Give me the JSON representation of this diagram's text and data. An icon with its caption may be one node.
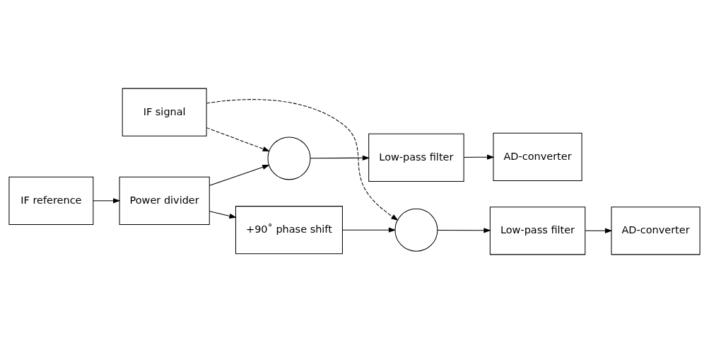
{
  "diagram": {
    "nodes": [
      {
        "text": [
          "IF signal"
        ]
      },
      {
        "text": [
          "IF reference"
        ]
      },
      {
        "text": [
          "Power divider"
        ]
      },
      {
        "text": [],
        "shape": "circle"
      },
      {
        "text": [
          "Low-pass filter"
        ]
      },
      {
        "text": [
          "AD-converter"
        ]
      },
      {
        "text": [
          "+90˚ phase shift"
        ]
      },
      {
        "text": [],
        "shape": "circle"
      },
      {
        "text": [
          "Low-pass filter"
        ]
      },
      {
        "text": [
          "AD-converter"
        ]
      }
    ],
    "edges": [
      {
        "from": 0,
        "to": 3,
        "arrow": "to",
        "style": "dashed"
      },
      {
        "from": 0,
        "to": 7,
        "arrow": "to",
        "style": "dashed"
      },
      {
        "from": 1,
        "to": 2,
        "arrow": "to"
      },
      {
        "from": 2,
        "to": 3,
        "arrow": "to"
      },
      {
        "from": 2,
        "to": 6,
        "arrow": "to"
      },
      {
        "from": 6,
        "to": 7,
        "arrow": "to"
      },
      {
        "from": 3,
        "to": 4,
        "arrow": "to"
      },
      {
        "from": 4,
        "to": 5,
        "arrow": "to"
      },
      {
        "from": 7,
        "to": 8,
        "arrow": "to"
      },
      {
        "from": 8,
        "to": 9,
        "arrow": "to"
      }
    ]
  }
}
